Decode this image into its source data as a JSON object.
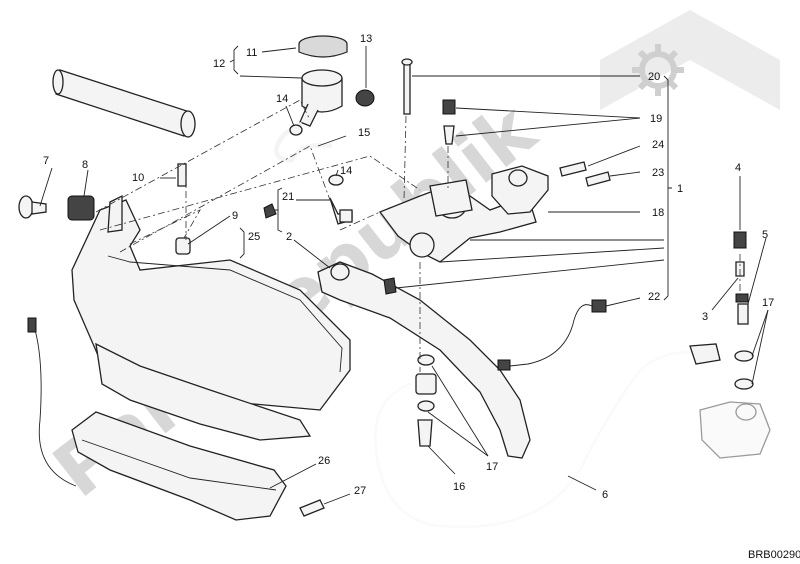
{
  "watermark": "PartsRepublik",
  "drawing_code": "BRB00290",
  "callouts": {
    "c1": "1",
    "c2": "2",
    "c3": "3",
    "c4": "4",
    "c5": "5",
    "c6": "6",
    "c7": "7",
    "c8": "8",
    "c9": "9",
    "c10": "10",
    "c11": "11",
    "c12": "12",
    "c13": "13",
    "c14a": "14",
    "c14b": "14",
    "c15": "15",
    "c16": "16",
    "c17a": "17",
    "c17b": "17",
    "c18": "18",
    "c19": "19",
    "c20": "20",
    "c21": "21",
    "c22": "22",
    "c23": "23",
    "c24": "24",
    "c25": "25",
    "c26": "26",
    "c27": "27"
  },
  "icons": {
    "logo": "gear-icon"
  }
}
